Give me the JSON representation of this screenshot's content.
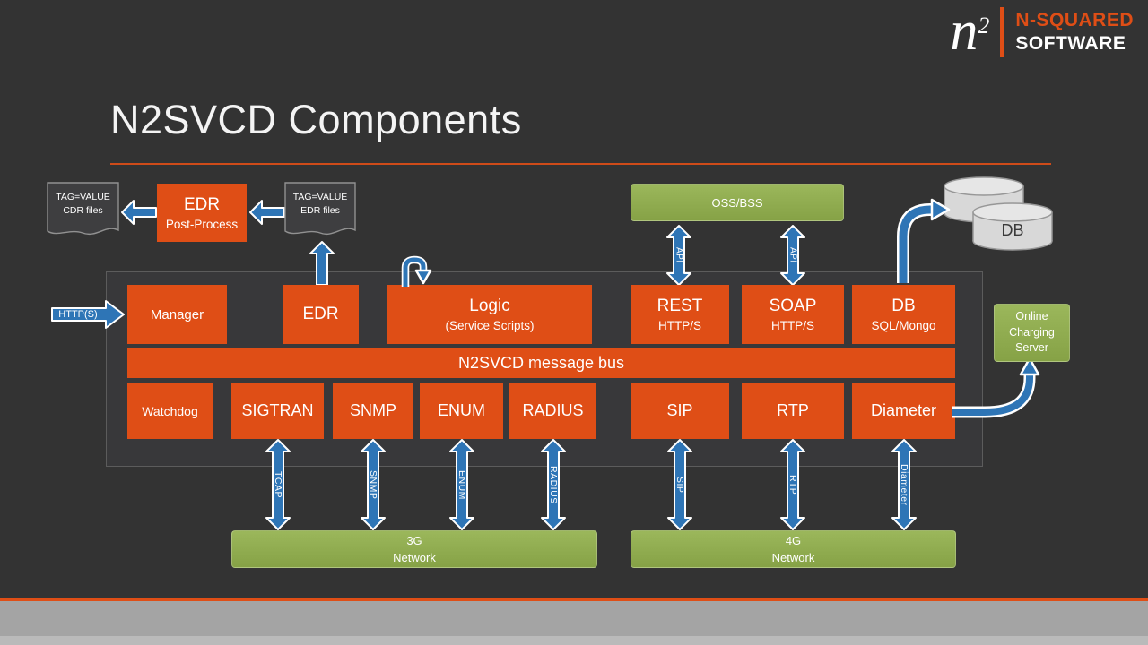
{
  "colors": {
    "accent_orange": "#DF4E16",
    "box_green": "#8FAC4E",
    "arrow_blue": "#2E75B6",
    "bg": "#333333"
  },
  "logo": {
    "mark": "n",
    "mark_exp": "2",
    "brand_line1": "N-SQUARED",
    "brand_line2": "SOFTWARE"
  },
  "title": "N2SVCD Components",
  "edr_chain": {
    "cdr_files_doc": "TAG=VALUE\nCDR files",
    "edr_post_process": {
      "title": "EDR",
      "subtitle": "Post-Process"
    },
    "edr_files_doc": "TAG=VALUE\nEDR files"
  },
  "oss_bss_label": "OSS/BSS",
  "api_arrow_labels": [
    "API",
    "API"
  ],
  "db_store_label": "DB",
  "http_arrow_label": "HTTP(S)",
  "core": {
    "modules": [
      {
        "title": "Manager",
        "subtitle": ""
      },
      {
        "title": "EDR",
        "subtitle": ""
      },
      {
        "title": "Logic",
        "subtitle": "(Service Scripts)"
      },
      {
        "title": "REST",
        "subtitle": "HTTP/S"
      },
      {
        "title": "SOAP",
        "subtitle": "HTTP/S"
      },
      {
        "title": "DB",
        "subtitle": "SQL/Mongo"
      }
    ],
    "bus_label": "N2SVCD message bus",
    "adapters": [
      "Watchdog",
      "SIGTRAN",
      "SNMP",
      "ENUM",
      "RADIUS",
      "SIP",
      "RTP",
      "Diameter"
    ]
  },
  "protocol_arrows": [
    "TCAP",
    "SNMP",
    "ENUM",
    "RADIUS",
    "SIP",
    "RTP",
    "Diameter"
  ],
  "networks": [
    "3G\nNetwork",
    "4G\nNetwork"
  ],
  "online_charging_server": "Online\nCharging\nServer"
}
